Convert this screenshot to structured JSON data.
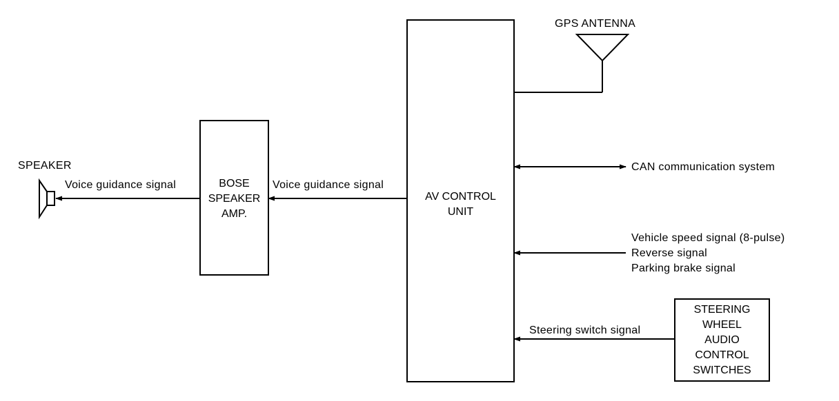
{
  "diagram": {
    "speaker": {
      "label": "SPEAKER"
    },
    "bose_amp": {
      "lines": [
        "BOSE",
        "SPEAKER",
        "AMP."
      ]
    },
    "av_unit": {
      "lines": [
        "AV CONTROL",
        "UNIT"
      ]
    },
    "gps": {
      "label": "GPS ANTENNA"
    },
    "steering_switches": {
      "lines": [
        "STEERING",
        "WHEEL",
        "AUDIO",
        "CONTROL",
        "SWITCHES"
      ]
    },
    "signals": {
      "voice_to_speaker": "Voice guidance signal",
      "voice_to_amp": "Voice guidance signal",
      "can": "CAN communication system",
      "vehicle_speed": "Vehicle speed signal (8-pulse)",
      "reverse": "Reverse signal",
      "parking_brake": "Parking brake signal",
      "steering_switch": "Steering switch signal"
    }
  }
}
